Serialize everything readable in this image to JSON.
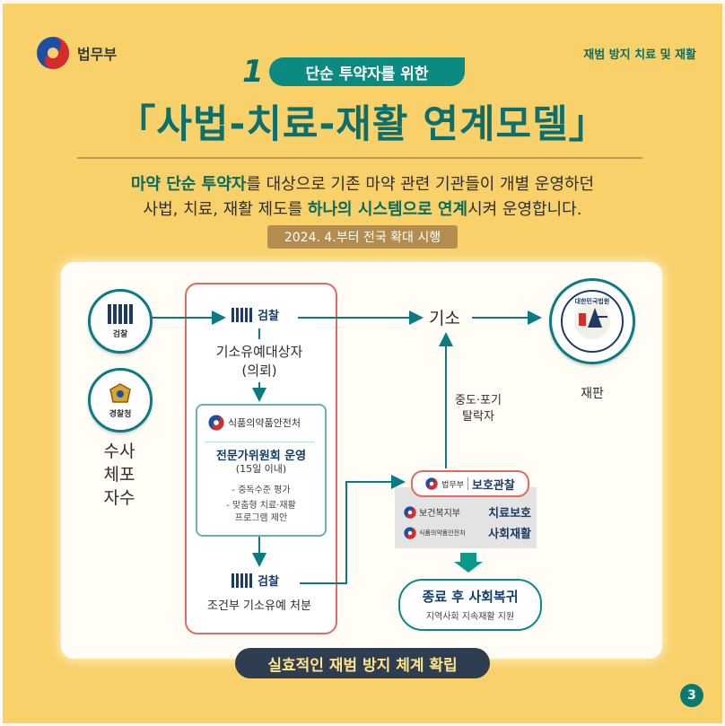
{
  "header": {
    "ministry": "법무부",
    "series_tag": "재범 방지 치료 및 재활",
    "number": "1",
    "subtitle": "단순 투약자를 위한",
    "title": "「사법-치료-재활 연계모델」"
  },
  "description": {
    "line1_bold": "마약 단순 투약자",
    "line1_rest": "를 대상으로 기존 마약 관련 기관들이 개별 운영하던",
    "line2_pre": "사법, 치료, 재활 제도를 ",
    "line2_bold": "하나의 시스템으로 연계",
    "line2_post": "시켜 운영합니다.",
    "date_note": "2024. 4.부터 전국 확대 시행"
  },
  "diagram": {
    "prosecution_circle_label": "검찰",
    "police_circle_label": "경찰청",
    "left_steps": [
      "수사",
      "체포",
      "자수"
    ],
    "box_prosecution_top": "검찰",
    "deferred_candidate_line1": "기소유예대상자",
    "deferred_candidate_line2": "(의뢰)",
    "mfds_label": "식품의약품안전처",
    "committee_title": "전문가위원회 운영",
    "committee_period": "(15일 이내)",
    "committee_item1": "- 중독수준 평가",
    "committee_item2a": "- 맞춤형 치료·재활",
    "committee_item2b": "프로그램 제안",
    "box_prosecution_bottom": "검찰",
    "conditional_disposition": "조건부 기소유예 처분",
    "indictment": "기소",
    "dropout_line1": "중도·포기",
    "dropout_line2": "탈락자",
    "court_seal_text": "대한민국법원",
    "trial": "재판",
    "probation_ministry": "법무부",
    "probation_office": "보호관찰",
    "welfare_ministry": "보건복지부",
    "treatment_protection": "치료보호",
    "mfds_small": "식품의약품안전처",
    "social_rehab": "사회재활",
    "end_title": "종료 후 사회복귀",
    "end_subtitle": "지역사회 지속재활 지원"
  },
  "footer": {
    "banner": "실효적인 재범 방지 체계 확립",
    "page_number": "3"
  }
}
